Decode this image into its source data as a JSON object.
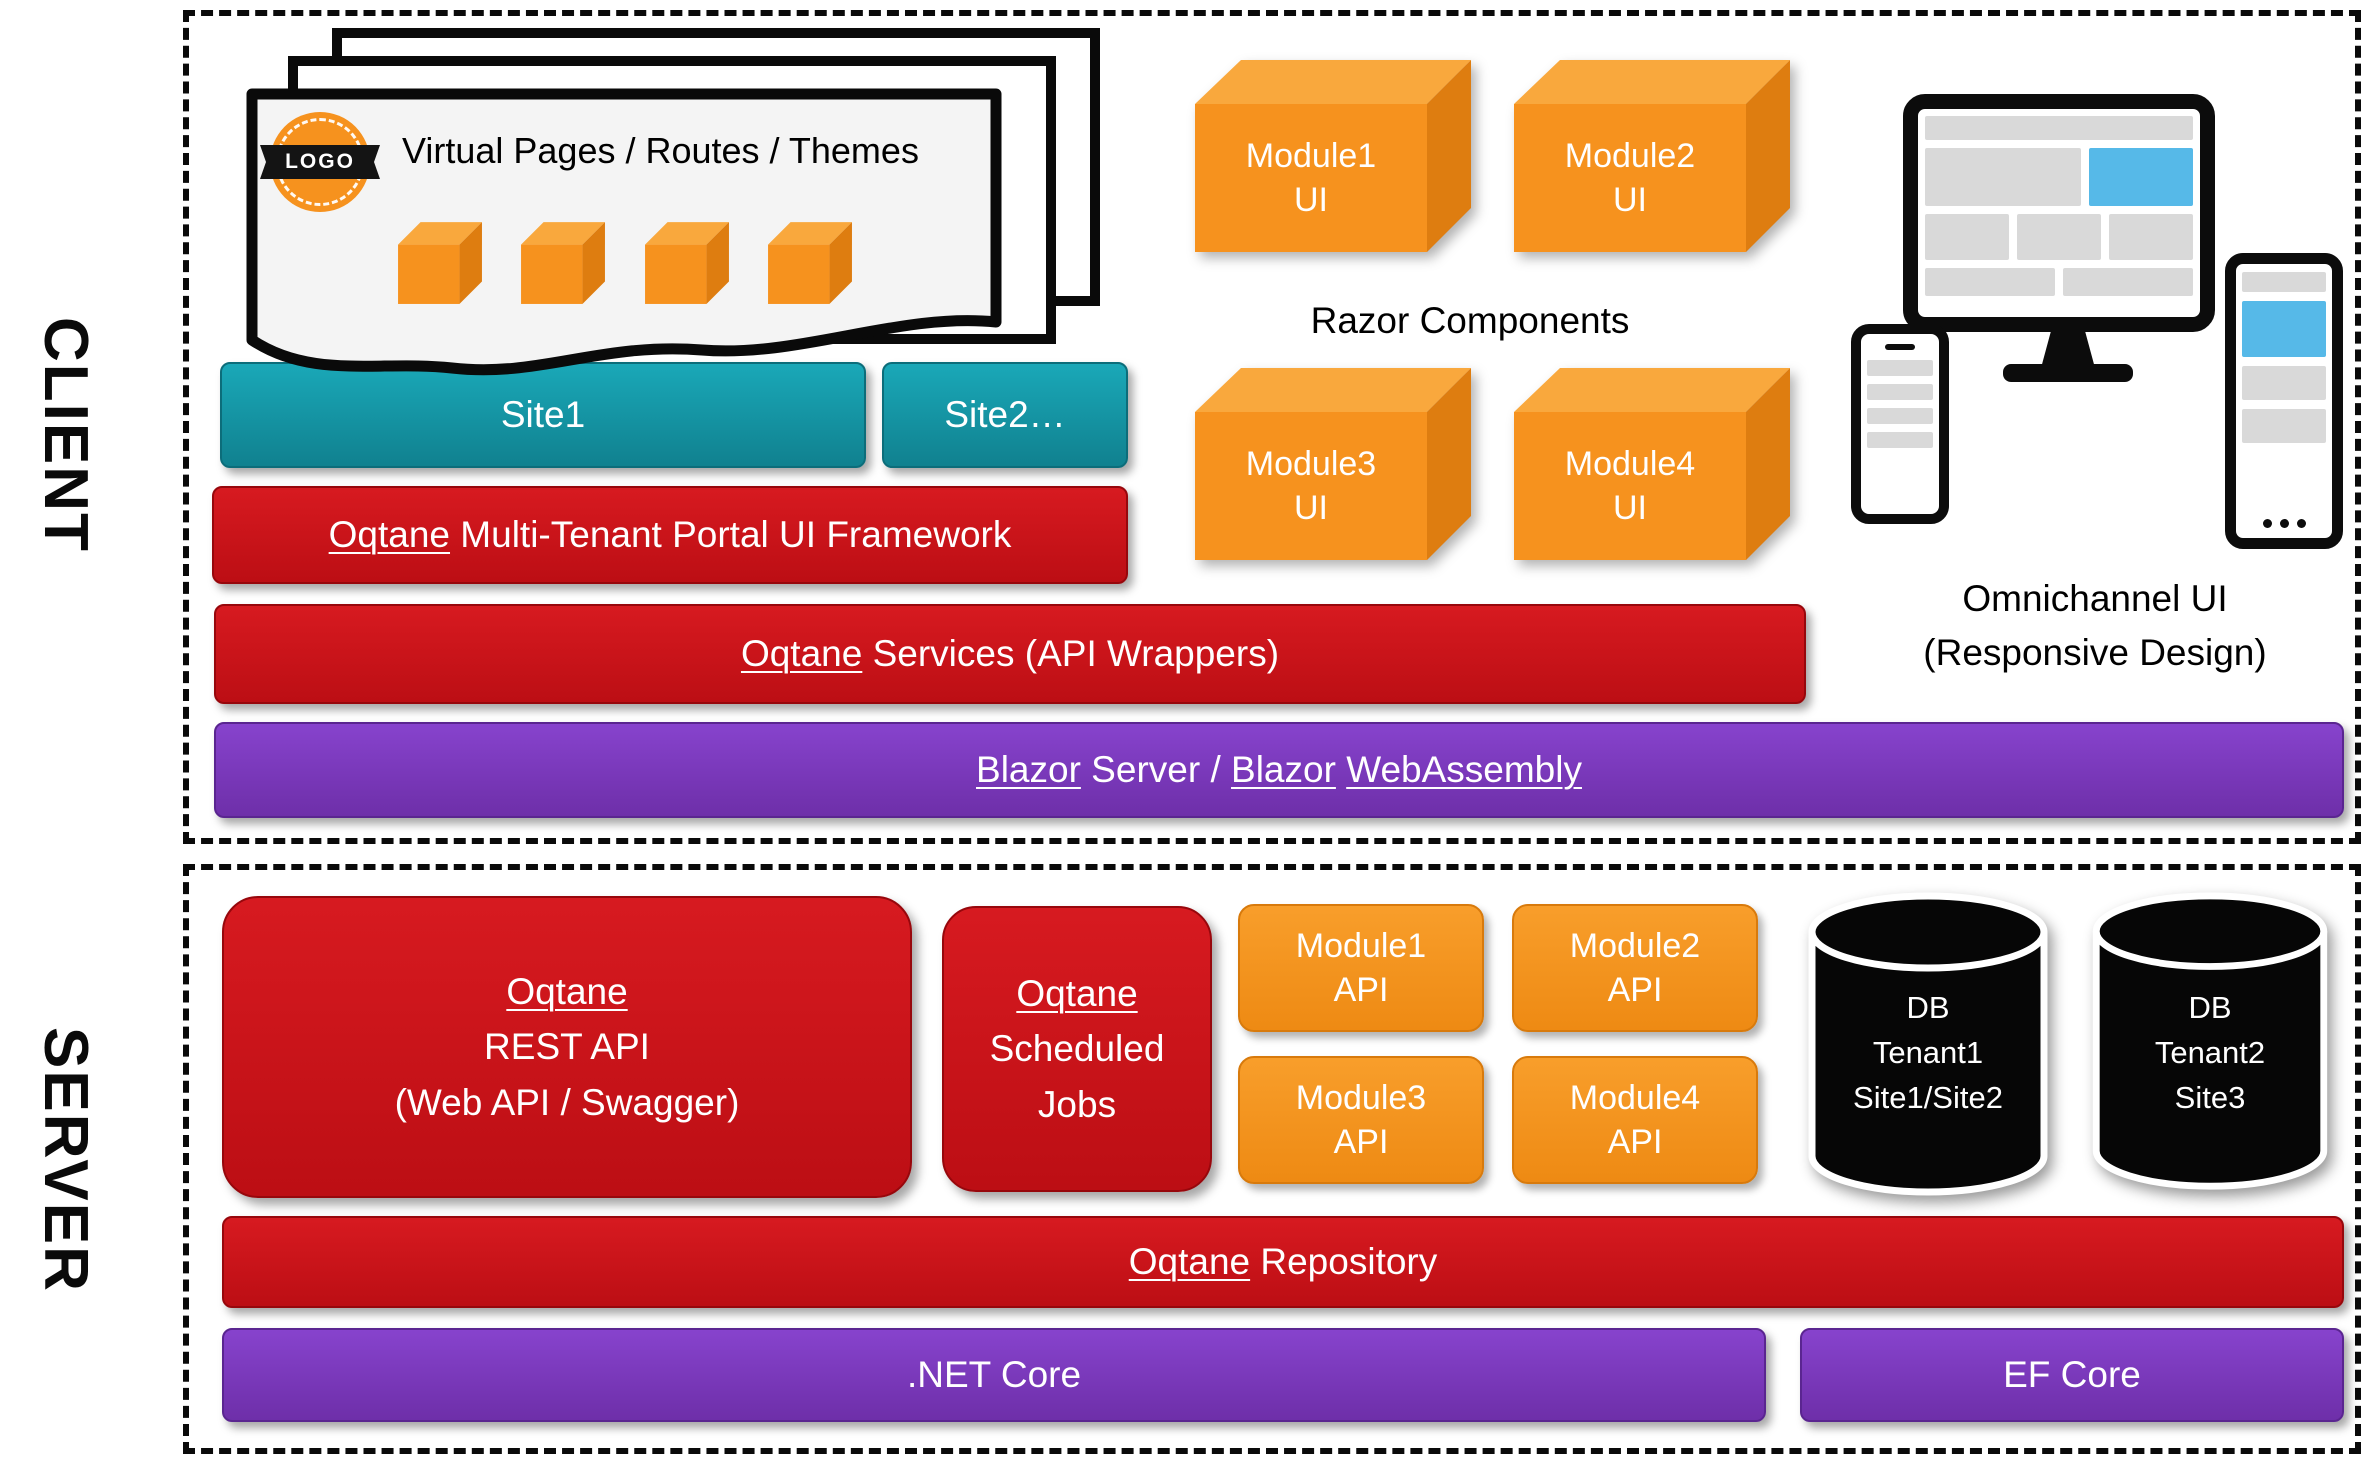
{
  "colors": {
    "red": "#c9141a",
    "purple": "#7a38bd",
    "teal": "#14909f",
    "orange": "#f6921e",
    "blue_accent": "#56b9e8",
    "black": "#0a0a0a"
  },
  "client": {
    "section_label": "CLIENT",
    "pages_stack": {
      "logo_text": "LOGO",
      "title": "Virtual Pages / Routes / Themes"
    },
    "site1_label": "Site1",
    "site2_label": "Site2…",
    "portal_bar_parts": [
      {
        "text": "Oqtane",
        "u": true
      },
      {
        "text": " Multi-Tenant Portal UI Framework",
        "u": false
      }
    ],
    "services_bar_parts": [
      {
        "text": "Oqtane",
        "u": true
      },
      {
        "text": " Services (API Wrappers)",
        "u": false
      }
    ],
    "blazor_bar_parts": [
      {
        "text": "Blazor",
        "u": true
      },
      {
        "text": " Server / ",
        "u": false
      },
      {
        "text": "Blazor",
        "u": true
      },
      {
        "text": " ",
        "u": false
      },
      {
        "text": "WebAssembly",
        "u": true
      }
    ],
    "razor_components_label": "Razor Components",
    "module_ui": [
      {
        "line1": "Module1",
        "line2": "UI"
      },
      {
        "line1": "Module2",
        "line2": "UI"
      },
      {
        "line1": "Module3",
        "line2": "UI"
      },
      {
        "line1": "Module4",
        "line2": "UI"
      }
    ],
    "omnichannel_line1": "Omnichannel UI",
    "omnichannel_line2": "(Responsive Design)"
  },
  "server": {
    "section_label": "SERVER",
    "rest_api": {
      "line1_parts": [
        {
          "text": "Oqtane",
          "u": true
        }
      ],
      "line2": "REST API",
      "line3": "(Web API / Swagger)"
    },
    "scheduled_jobs": {
      "line1_parts": [
        {
          "text": "Oqtane",
          "u": true
        }
      ],
      "line2": "Scheduled",
      "line3": "Jobs"
    },
    "module_api": [
      {
        "line1": "Module1",
        "line2": "API"
      },
      {
        "line1": "Module2",
        "line2": "API"
      },
      {
        "line1": "Module3",
        "line2": "API"
      },
      {
        "line1": "Module4",
        "line2": "API"
      }
    ],
    "databases": [
      {
        "line1": "DB",
        "line2": "Tenant1",
        "line3": "Site1/Site2"
      },
      {
        "line1": "DB",
        "line2": "Tenant2",
        "line3": "Site3"
      }
    ],
    "repository_bar_parts": [
      {
        "text": "Oqtane",
        "u": true
      },
      {
        "text": " Repository",
        "u": false
      }
    ],
    "dotnet_core_label": ".NET Core",
    "ef_core_label": "EF Core"
  }
}
